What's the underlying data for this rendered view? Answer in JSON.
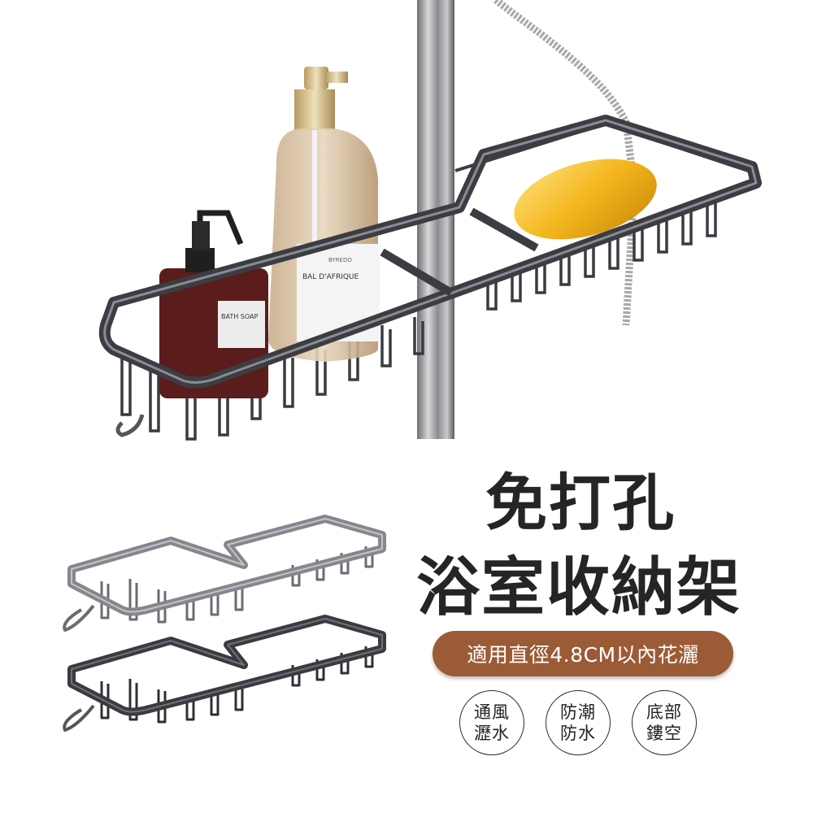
{
  "headline": {
    "line1": "免打孔",
    "line2": "浴室收納架"
  },
  "spec_pill": {
    "text": "適用直徑4.8CM以內花灑",
    "color": "#9b5b36"
  },
  "feature_badges": [
    {
      "line1": "通風",
      "line2": "瀝水"
    },
    {
      "line1": "防潮",
      "line2": "防水"
    },
    {
      "line1": "底部",
      "line2": "鏤空"
    }
  ],
  "product_scene": {
    "bottle_label_large": {
      "brand": "BYREDO",
      "name": "BAL D'AFRIQUE"
    },
    "bottle_label_small": {
      "name": "BATH SOAP"
    }
  },
  "colors": {
    "title_text": "#252525",
    "rack_metal": "#3c3d42",
    "rack_highlight": "#8a8c93",
    "soap": "#f2b21a"
  }
}
